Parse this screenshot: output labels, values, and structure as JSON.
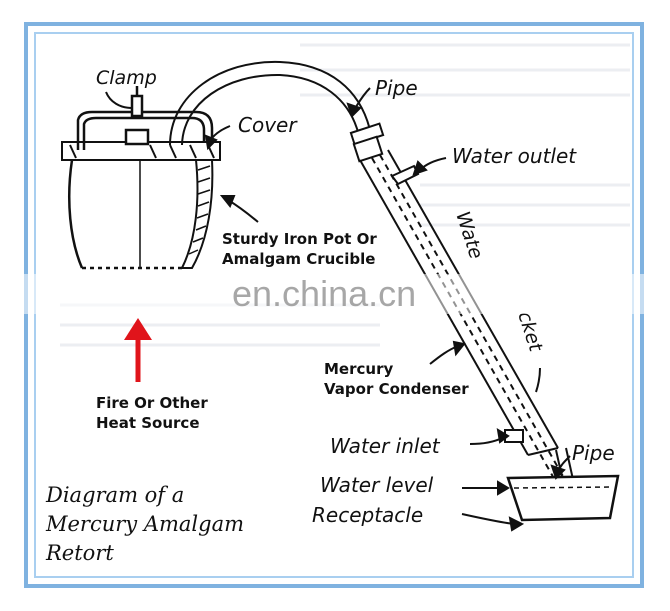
{
  "labels": {
    "clamp": "Clamp",
    "pipe_top": "Pipe",
    "cover": "Cover",
    "water_outlet": "Water outlet",
    "pot_line1": "Sturdy Iron Pot Or",
    "pot_line2": "Amalgam Crucible",
    "water_jacket_part1": "Wate",
    "water_jacket_part2": "cket",
    "condenser_line1": "Mercury",
    "condenser_line2": "Vapor Condenser",
    "fire_line1": "Fire Or Other",
    "fire_line2": "Heat Source",
    "water_inlet": "Water inlet",
    "pipe_bottom": "Pipe",
    "water_level": "Water level",
    "receptacle": "Receptacle"
  },
  "title": {
    "line1": "Diagram of a",
    "line2": "Mercury Amalgam",
    "line3": "Retort"
  },
  "watermark": "en.china.cn",
  "colors": {
    "border": "#7fb2e0",
    "arrow": "#e0141b",
    "ink": "#111111"
  }
}
